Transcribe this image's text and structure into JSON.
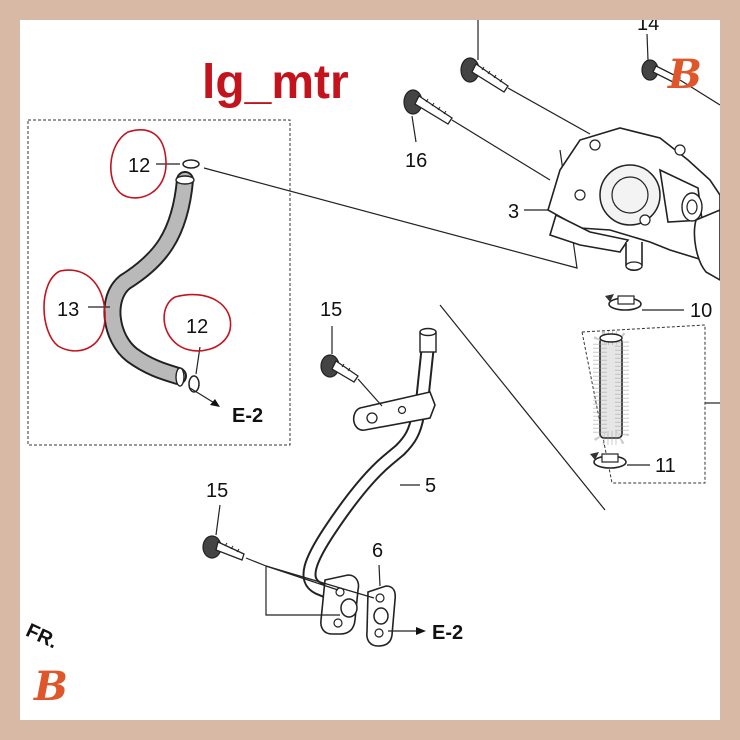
{
  "watermark": {
    "text": "lg_mtr",
    "color": "#c3141e"
  },
  "brand": {
    "mark": "B",
    "color": "#e0562b"
  },
  "frame_color": "#d8b9a6",
  "labels": {
    "p12_top": "12",
    "p13": "13",
    "p12_bottom": "12",
    "e2_box": "E-2",
    "p16": "16",
    "p3": "3",
    "p15_mid": "15",
    "p10": "10",
    "p5": "5",
    "p11": "11",
    "p15_low": "15",
    "p6": "6",
    "e2_bottom": "E-2",
    "p14": "14",
    "fr": "FR."
  }
}
